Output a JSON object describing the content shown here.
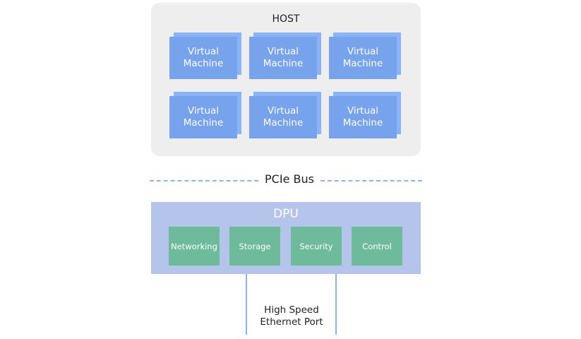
{
  "host": {
    "title": "HOST",
    "vms": [
      {
        "line1": "Virtual",
        "line2": "Machine"
      },
      {
        "line1": "Virtual",
        "line2": "Machine"
      },
      {
        "line1": "Virtual",
        "line2": "Machine"
      },
      {
        "line1": "Virtual",
        "line2": "Machine"
      },
      {
        "line1": "Virtual",
        "line2": "Machine"
      },
      {
        "line1": "Virtual",
        "line2": "Machine"
      }
    ]
  },
  "bus": {
    "label": "PCIe Bus"
  },
  "dpu": {
    "title": "DPU",
    "functions": [
      "Networking",
      "Storage",
      "Security",
      "Control"
    ]
  },
  "port": {
    "line1": "High Speed",
    "line2": "Ethernet Port"
  },
  "colors": {
    "host_bg": "#eeeeee",
    "vm_front": "#77a2ec",
    "vm_back": "#8ab4f8",
    "dpu_bg": "#b4c4ea",
    "function_bg": "#6dbb9b",
    "connector": "#8ab4f8"
  }
}
